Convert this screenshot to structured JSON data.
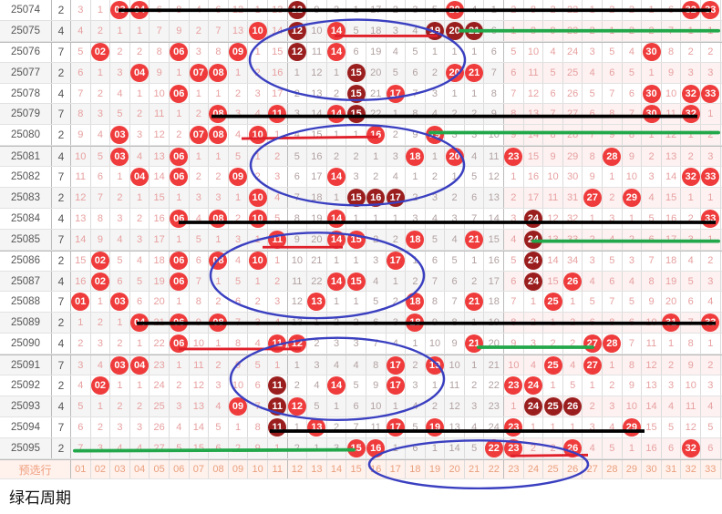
{
  "note": "绿石周期",
  "footer": {
    "label": "预选行",
    "numbers": [
      "01",
      "02",
      "03",
      "04",
      "05",
      "06",
      "07",
      "08",
      "09",
      "10",
      "11",
      "12",
      "13",
      "14",
      "15",
      "16",
      "17",
      "18",
      "19",
      "20",
      "21",
      "22",
      "23",
      "24",
      "25",
      "26",
      "27",
      "28",
      "29",
      "30",
      "31",
      "32",
      "33"
    ]
  },
  "colors": {
    "ball": "#ef3b3b",
    "ball_dark": "#9b1e1e",
    "overlay_black": "#000000",
    "overlay_red": "#e0202a",
    "overlay_green": "#22a84a",
    "overlay_blue": "#3a3fc0"
  },
  "rows": [
    {
      "issue": "25074",
      "tail": "2",
      "cells": [
        "3",
        "1",
        "03",
        "04",
        "6",
        "8",
        "4",
        "6",
        "12",
        "1",
        "13",
        "12",
        "9",
        "2",
        "1",
        "17",
        "2",
        "3",
        "5",
        "20",
        "4",
        "1",
        "2",
        "8",
        "2",
        "22",
        "1",
        "2",
        "2",
        "1",
        "6",
        "32",
        "33"
      ],
      "balls": [
        3,
        4,
        12,
        20,
        32,
        33
      ],
      "dark": [
        12
      ]
    },
    {
      "issue": "25075",
      "tail": "4",
      "cells": [
        "4",
        "2",
        "1",
        "1",
        "7",
        "9",
        "2",
        "7",
        "13",
        "10",
        "14",
        "12",
        "10",
        "14",
        "5",
        "18",
        "3",
        "4",
        "19",
        "20",
        "21",
        "6",
        "1",
        "8",
        "9",
        "23",
        "2",
        "1",
        "2",
        "2",
        "7",
        "1",
        "1"
      ],
      "balls": [
        10,
        12,
        14,
        19,
        20,
        21
      ],
      "dark": [
        12,
        19,
        20,
        21
      ]
    },
    {
      "issue": "25076",
      "tail": "7",
      "cells": [
        "5",
        "02",
        "2",
        "2",
        "8",
        "06",
        "3",
        "8",
        "09",
        "1",
        "15",
        "12",
        "11",
        "14",
        "6",
        "19",
        "4",
        "5",
        "1",
        "1",
        "1",
        "6",
        "5",
        "10",
        "4",
        "24",
        "3",
        "5",
        "4",
        "30",
        "8",
        "2",
        "2"
      ],
      "balls": [
        2,
        6,
        9,
        12,
        14,
        30
      ],
      "dark": [
        12
      ]
    },
    {
      "issue": "25077",
      "tail": "2",
      "cells": [
        "6",
        "1",
        "3",
        "04",
        "9",
        "1",
        "07",
        "08",
        "1",
        "2",
        "16",
        "1",
        "12",
        "1",
        "15",
        "20",
        "5",
        "6",
        "2",
        "20",
        "21",
        "7",
        "6",
        "11",
        "5",
        "25",
        "4",
        "6",
        "5",
        "1",
        "9",
        "3",
        "3"
      ],
      "balls": [
        4,
        7,
        8,
        15,
        20,
        21
      ],
      "dark": [
        15
      ]
    },
    {
      "issue": "25078",
      "tail": "4",
      "cells": [
        "7",
        "2",
        "4",
        "1",
        "10",
        "06",
        "1",
        "1",
        "2",
        "3",
        "17",
        "2",
        "13",
        "2",
        "15",
        "21",
        "17",
        "7",
        "3",
        "1",
        "1",
        "8",
        "7",
        "12",
        "6",
        "26",
        "5",
        "7",
        "6",
        "30",
        "10",
        "32",
        "33"
      ],
      "balls": [
        6,
        15,
        17,
        30,
        32,
        33
      ],
      "dark": [
        15
      ]
    },
    {
      "issue": "25079",
      "tail": "7",
      "cells": [
        "8",
        "3",
        "5",
        "2",
        "11",
        "1",
        "2",
        "08",
        "3",
        "4",
        "11",
        "3",
        "14",
        "14",
        "15",
        "22",
        "1",
        "8",
        "4",
        "2",
        "2",
        "9",
        "8",
        "13",
        "7",
        "27",
        "6",
        "8",
        "7",
        "30",
        "11",
        "32",
        "1"
      ],
      "balls": [
        8,
        11,
        14,
        15,
        30,
        32
      ],
      "dark": [
        15
      ]
    },
    {
      "issue": "25080",
      "tail": "2",
      "cells": [
        "9",
        "4",
        "03",
        "3",
        "12",
        "2",
        "07",
        "08",
        "4",
        "10",
        "1",
        "4",
        "15",
        "1",
        "1",
        "16",
        "2",
        "9",
        "19",
        "3",
        "3",
        "10",
        "9",
        "14",
        "8",
        "28",
        "7",
        "9",
        "8",
        "1",
        "12",
        "1",
        "2"
      ],
      "balls": [
        3,
        7,
        8,
        10,
        16,
        19
      ],
      "dark": []
    },
    {
      "issue": "25081",
      "tail": "4",
      "cells": [
        "10",
        "5",
        "03",
        "4",
        "13",
        "06",
        "1",
        "1",
        "5",
        "1",
        "2",
        "5",
        "16",
        "2",
        "2",
        "1",
        "3",
        "18",
        "1",
        "20",
        "4",
        "11",
        "23",
        "15",
        "9",
        "29",
        "8",
        "28",
        "9",
        "2",
        "13",
        "2",
        "3"
      ],
      "balls": [
        3,
        6,
        18,
        20,
        23,
        28
      ],
      "dark": []
    },
    {
      "issue": "25082",
      "tail": "7",
      "cells": [
        "11",
        "6",
        "1",
        "04",
        "14",
        "06",
        "2",
        "2",
        "09",
        "2",
        "3",
        "6",
        "17",
        "14",
        "3",
        "2",
        "4",
        "1",
        "2",
        "1",
        "5",
        "12",
        "1",
        "16",
        "10",
        "30",
        "9",
        "1",
        "10",
        "3",
        "14",
        "32",
        "33"
      ],
      "balls": [
        4,
        6,
        9,
        14,
        32,
        33
      ],
      "dark": []
    },
    {
      "issue": "25083",
      "tail": "2",
      "cells": [
        "12",
        "7",
        "2",
        "1",
        "15",
        "1",
        "3",
        "3",
        "1",
        "10",
        "4",
        "7",
        "18",
        "1",
        "15",
        "16",
        "17",
        "2",
        "3",
        "2",
        "6",
        "13",
        "2",
        "17",
        "11",
        "31",
        "27",
        "2",
        "29",
        "4",
        "15",
        "1",
        "1"
      ],
      "balls": [
        10,
        15,
        16,
        17,
        27,
        29
      ],
      "dark": [
        15,
        16,
        17
      ]
    },
    {
      "issue": "25084",
      "tail": "4",
      "cells": [
        "13",
        "8",
        "3",
        "2",
        "16",
        "06",
        "4",
        "08",
        "2",
        "10",
        "5",
        "8",
        "19",
        "14",
        "1",
        "1",
        "1",
        "3",
        "4",
        "3",
        "7",
        "14",
        "3",
        "24",
        "12",
        "32",
        "1",
        "3",
        "1",
        "5",
        "16",
        "2",
        "33"
      ],
      "balls": [
        6,
        8,
        10,
        14,
        24,
        33
      ],
      "dark": [
        24
      ]
    },
    {
      "issue": "25085",
      "tail": "7",
      "cells": [
        "14",
        "9",
        "4",
        "3",
        "17",
        "1",
        "5",
        "1",
        "3",
        "1",
        "11",
        "9",
        "20",
        "14",
        "15",
        "2",
        "2",
        "18",
        "5",
        "4",
        "21",
        "15",
        "4",
        "24",
        "13",
        "33",
        "2",
        "4",
        "2",
        "6",
        "17",
        "3",
        "1"
      ],
      "balls": [
        11,
        14,
        15,
        18,
        21,
        24
      ],
      "dark": [
        24
      ]
    },
    {
      "issue": "25086",
      "tail": "2",
      "cells": [
        "15",
        "02",
        "5",
        "4",
        "18",
        "06",
        "6",
        "08",
        "4",
        "10",
        "1",
        "10",
        "21",
        "1",
        "1",
        "3",
        "17",
        "1",
        "6",
        "5",
        "1",
        "16",
        "5",
        "24",
        "14",
        "34",
        "3",
        "5",
        "3",
        "7",
        "18",
        "4",
        "2"
      ],
      "balls": [
        2,
        6,
        8,
        10,
        17,
        24
      ],
      "dark": [
        24
      ]
    },
    {
      "issue": "25087",
      "tail": "4",
      "cells": [
        "16",
        "02",
        "6",
        "5",
        "19",
        "06",
        "7",
        "1",
        "5",
        "1",
        "2",
        "11",
        "22",
        "14",
        "15",
        "4",
        "1",
        "2",
        "7",
        "6",
        "2",
        "17",
        "6",
        "24",
        "15",
        "26",
        "4",
        "6",
        "4",
        "8",
        "19",
        "5",
        "3"
      ],
      "balls": [
        2,
        6,
        14,
        15,
        24,
        26
      ],
      "dark": [
        24
      ]
    },
    {
      "issue": "25088",
      "tail": "7",
      "cells": [
        "01",
        "1",
        "03",
        "6",
        "20",
        "1",
        "8",
        "2",
        "6",
        "2",
        "3",
        "12",
        "13",
        "1",
        "1",
        "5",
        "2",
        "18",
        "8",
        "7",
        "21",
        "18",
        "7",
        "1",
        "25",
        "1",
        "5",
        "7",
        "5",
        "9",
        "20",
        "6",
        "4"
      ],
      "balls": [
        1,
        3,
        13,
        18,
        21,
        25
      ],
      "dark": []
    },
    {
      "issue": "25089",
      "tail": "2",
      "cells": [
        "1",
        "2",
        "1",
        "04",
        "21",
        "06",
        "9",
        "08",
        "7",
        "3",
        "4",
        "13",
        "1",
        "2",
        "2",
        "6",
        "3",
        "18",
        "9",
        "8",
        "1",
        "19",
        "8",
        "2",
        "1",
        "2",
        "6",
        "8",
        "6",
        "10",
        "31",
        "7",
        "33"
      ],
      "balls": [
        4,
        6,
        8,
        18,
        31,
        33
      ],
      "dark": []
    },
    {
      "issue": "25090",
      "tail": "4",
      "cells": [
        "2",
        "3",
        "2",
        "1",
        "22",
        "06",
        "10",
        "1",
        "8",
        "4",
        "11",
        "12",
        "2",
        "3",
        "3",
        "7",
        "4",
        "1",
        "10",
        "9",
        "21",
        "20",
        "9",
        "3",
        "2",
        "2",
        "27",
        "28",
        "7",
        "11",
        "1",
        "8",
        "1"
      ],
      "balls": [
        6,
        11,
        12,
        21,
        27,
        28
      ],
      "dark": []
    },
    {
      "issue": "25091",
      "tail": "7",
      "cells": [
        "3",
        "4",
        "03",
        "04",
        "23",
        "1",
        "11",
        "2",
        "9",
        "5",
        "1",
        "1",
        "3",
        "4",
        "4",
        "8",
        "17",
        "2",
        "19",
        "10",
        "1",
        "21",
        "10",
        "4",
        "25",
        "4",
        "27",
        "1",
        "8",
        "12",
        "2",
        "9",
        "2"
      ],
      "balls": [
        3,
        4,
        17,
        19,
        25,
        27
      ],
      "dark": []
    },
    {
      "issue": "25092",
      "tail": "2",
      "cells": [
        "4",
        "02",
        "1",
        "1",
        "24",
        "2",
        "12",
        "3",
        "10",
        "6",
        "11",
        "2",
        "4",
        "14",
        "5",
        "9",
        "17",
        "3",
        "1",
        "11",
        "2",
        "22",
        "23",
        "24",
        "1",
        "5",
        "1",
        "2",
        "9",
        "13",
        "3",
        "10",
        "3"
      ],
      "balls": [
        2,
        11,
        14,
        17,
        23,
        24
      ],
      "dark": [
        11
      ]
    },
    {
      "issue": "25093",
      "tail": "4",
      "cells": [
        "5",
        "1",
        "2",
        "2",
        "25",
        "3",
        "13",
        "4",
        "09",
        "7",
        "11",
        "12",
        "5",
        "1",
        "6",
        "10",
        "1",
        "4",
        "2",
        "12",
        "3",
        "23",
        "1",
        "24",
        "25",
        "26",
        "2",
        "3",
        "10",
        "14",
        "4",
        "11",
        "4"
      ],
      "balls": [
        9,
        11,
        12,
        24,
        25,
        26
      ],
      "dark": [
        11,
        24,
        25,
        26
      ]
    },
    {
      "issue": "25094",
      "tail": "7",
      "cells": [
        "6",
        "2",
        "3",
        "3",
        "26",
        "4",
        "14",
        "5",
        "1",
        "8",
        "11",
        "1",
        "13",
        "2",
        "7",
        "11",
        "17",
        "5",
        "19",
        "13",
        "4",
        "24",
        "23",
        "1",
        "1",
        "1",
        "3",
        "4",
        "29",
        "15",
        "5",
        "12",
        "5"
      ],
      "balls": [
        11,
        13,
        17,
        19,
        23,
        29
      ],
      "dark": [
        11
      ]
    },
    {
      "issue": "25095",
      "tail": "2",
      "cells": [
        "7",
        "3",
        "4",
        "4",
        "27",
        "5",
        "15",
        "6",
        "2",
        "9",
        "1",
        "2",
        "1",
        "3",
        "15",
        "16",
        "1",
        "6",
        "1",
        "14",
        "5",
        "22",
        "23",
        "2",
        "2",
        "26",
        "4",
        "5",
        "1",
        "16",
        "6",
        "32",
        "6"
      ],
      "balls": [
        15,
        16,
        22,
        23,
        26,
        32
      ],
      "dark": []
    }
  ]
}
